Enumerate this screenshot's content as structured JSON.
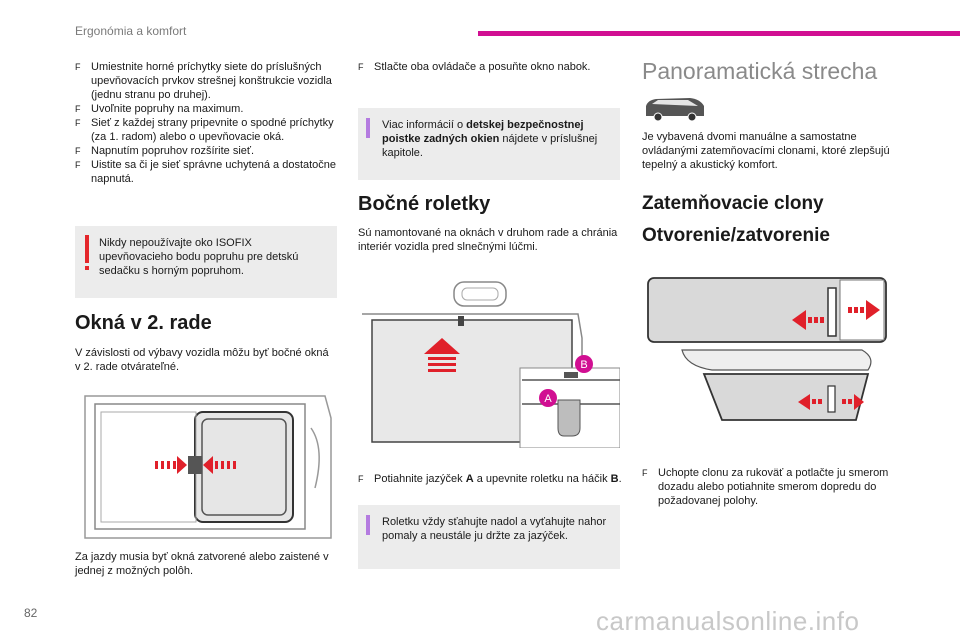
{
  "header": {
    "section": "Ergonómia a komfort"
  },
  "page_number": "82",
  "watermark": "carmanualsonline.info",
  "colors": {
    "accent": "#d10f92",
    "note_bg": "#ececec",
    "arrow_red": "#e0202a",
    "warning_red": "#e4262b",
    "info_purple": "#b47be0"
  },
  "col1": {
    "bullets": [
      "Umiestnite horné príchytky siete do príslušných upevňovacích prvkov strešnej konštrukcie vozidla (jednu stranu po druhej).",
      "Uvoľnite popruhy na maximum.",
      "Sieť z každej strany pripevnite o spodné príchytky (za 1. radom) alebo o upevňovacie oká.",
      "Napnutím popruhov rozšírite sieť.",
      "Uistite sa či je sieť správne uchytená a dostatočne napnutá."
    ],
    "warning": "Nikdy nepoužívajte oko ISOFIX upevňovacieho bodu popruhu pre detskú sedačku s horným popruhom.",
    "heading": "Okná v 2. rade",
    "para": "V závislosti od výbavy vozidla môžu byť bočné okná v 2. rade otvárateľné.",
    "footer_text": "Za jazdy musia byť okná zatvorené alebo zaistené v jednej z možných polôh."
  },
  "col2": {
    "bullet1": "Stlačte oba ovládače a posuňte okno nabok.",
    "info1_pre": "Viac informácií o ",
    "info1_bold": "detskej bezpečnostnej poistke zadných okien",
    "info1_post": " nájdete v príslušnej kapitole.",
    "heading": "Bočné roletky",
    "para": "Sú namontované na oknách v druhom rade a chránia interiér vozidla pred slnečnými lúčmi.",
    "label_a": "A",
    "label_b": "B",
    "bullet2_pre": "Potiahnite jazýček ",
    "bullet2_a": "A",
    "bullet2_mid": " a upevnite roletku na háčik ",
    "bullet2_b": "B",
    "bullet2_post": ".",
    "info2": "Roletku vždy sťahujte nadol a vyťahujte nahor pomaly a neustále ju držte za jazýček."
  },
  "col3": {
    "title": "Panoramatická strecha",
    "para": "Je vybavená dvomi manuálne a samostatne ovládanými zatemňovacími clonami, ktoré zlepšujú tepelný a akustický komfort.",
    "heading1": "Zatemňovacie clony",
    "heading2": "Otvorenie/zatvorenie",
    "bullet": "Uchopte clonu za rukoväť a potlačte ju smerom dozadu alebo potiahnite smerom dopredu do požadovanej polohy."
  },
  "bullet_marker": "F"
}
